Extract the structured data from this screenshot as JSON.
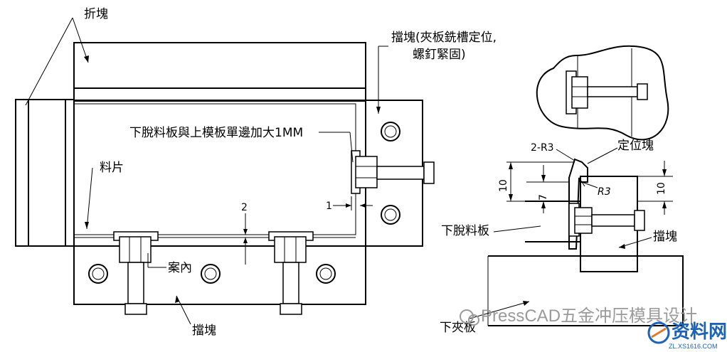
{
  "labels": {
    "fold_block": "折塊",
    "stop_block_note_line1": "擋塊(夾板銑槽定位,",
    "stop_block_note_line2": "螺釘緊固)",
    "stripper_note": "下脫料板與上模板單邊加大1MM",
    "strip_material": "料片",
    "dim_1": "1",
    "dim_2": "2",
    "guide_inner": "案內",
    "stop_block_bottom": "擋塊",
    "radius_label": "2-R3",
    "locating_block": "定位塊",
    "dim_10_left": "10",
    "dim_7": "7",
    "dim_r3": "R3",
    "dim_10_right": "10",
    "lower_stripper": "下脫料板",
    "stop_block_right": "擋塊",
    "lower_die_plate": "下夾板"
  },
  "watermark": {
    "text": "PressCAD五金冲压模具设计",
    "site_name": "资料网",
    "site_url": "ZL.XS1616.COM"
  }
}
